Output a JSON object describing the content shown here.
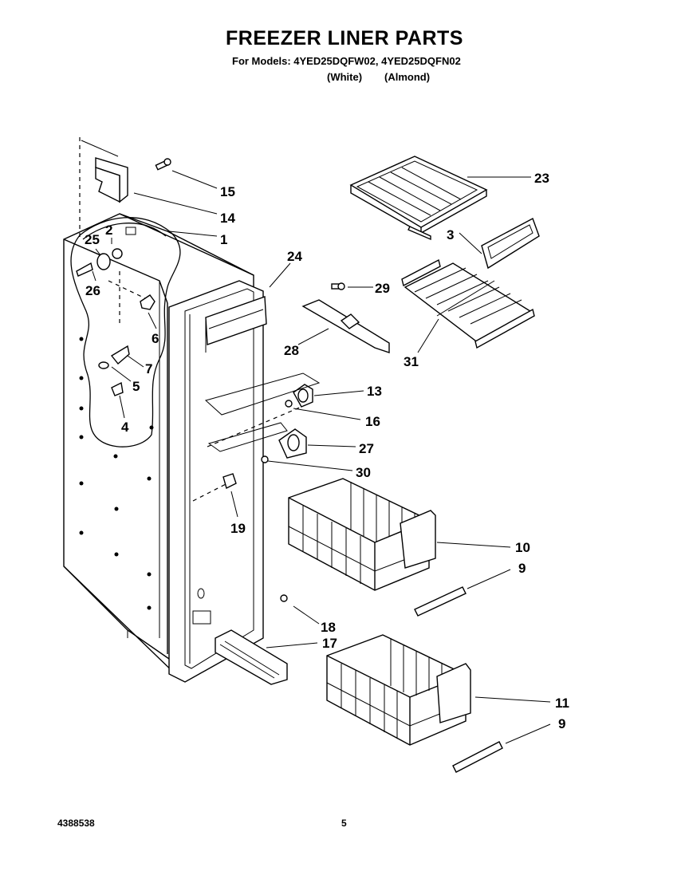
{
  "header": {
    "title": "FREEZER LINER PARTS",
    "models_line": "For Models: 4YED25DQFW02, 4YED25DQFN02",
    "variant_white": "(White)",
    "variant_almond": "(Almond)"
  },
  "callouts": {
    "c1": "1",
    "c2": "2",
    "c3": "3",
    "c4": "4",
    "c5": "5",
    "c6": "6",
    "c7": "7",
    "c9a": "9",
    "c9b": "9",
    "c10": "10",
    "c11": "11",
    "c13": "13",
    "c14": "14",
    "c15": "15",
    "c16": "16",
    "c17": "17",
    "c18": "18",
    "c19": "19",
    "c23": "23",
    "c24": "24",
    "c25": "25",
    "c26": "26",
    "c27": "27",
    "c28": "28",
    "c29": "29",
    "c30": "30",
    "c31": "31"
  },
  "footer": {
    "doc_number": "4388538",
    "page_number": "5"
  }
}
